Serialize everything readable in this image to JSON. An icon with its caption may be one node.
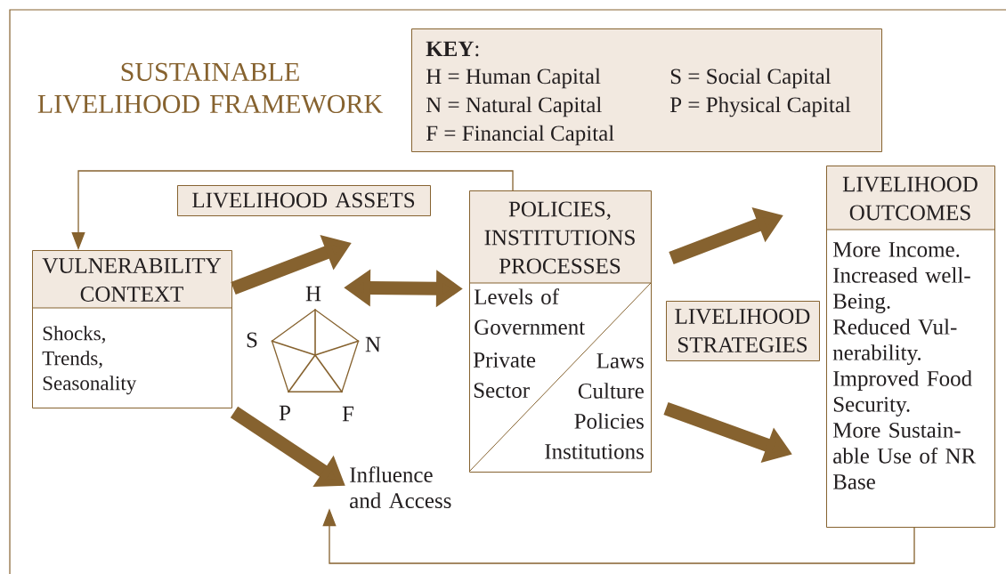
{
  "diagram": {
    "title": "SUSTAINABLE LIVELIHOOD FRAMEWORK",
    "nodes": [
      {
        "text": [
          "**KEY**:",
          "H = Human Capital",
          "S = Social Capital",
          "N = Natural Capital",
          "P = Physical Capital",
          "F = Financial Capital"
        ]
      },
      {
        "text": [
          "VULNERABILITY CONTEXT",
          "Shocks, Trends, Seasonality"
        ]
      },
      {
        "text": [
          "LIVELIHOOD ASSETS"
        ]
      },
      {
        "text": [],
        "shape": "pentagon",
        "beside": [
          "H",
          "S",
          "N",
          "P",
          "F"
        ]
      },
      {
        "text": [
          "POLICIES, INSTITUTIONS PROCESSES",
          "Levels of Government",
          "Private Sector",
          "Laws Culture Policies Institutions"
        ]
      },
      {
        "text": [
          "LIVELIHOOD STRATEGIES"
        ]
      },
      {
        "text": [
          "LIVELIHOOD OUTCOMES",
          "More Income.",
          "Increased well-Being.",
          "Reduced Vul-nerability.",
          "Improved Food Security.",
          "More Sustain-able Use of NR Base"
        ]
      },
      {
        "text": [
          "Influence and Access"
        ]
      }
    ],
    "edges": [
      {
        "from": 4,
        "to": 1,
        "arrow": "to"
      },
      {
        "from": 1,
        "to": 2,
        "arrow": "to"
      },
      {
        "from": 3,
        "to": 4,
        "arrow": "both"
      },
      {
        "from": 1,
        "to": 7,
        "arrow": "to"
      },
      {
        "from": 4,
        "to": 6,
        "arrow": "to"
      },
      {
        "from": 4,
        "to": 6,
        "arrow": "to"
      },
      {
        "from": 6,
        "to": 7,
        "arrow": "to"
      }
    ]
  }
}
